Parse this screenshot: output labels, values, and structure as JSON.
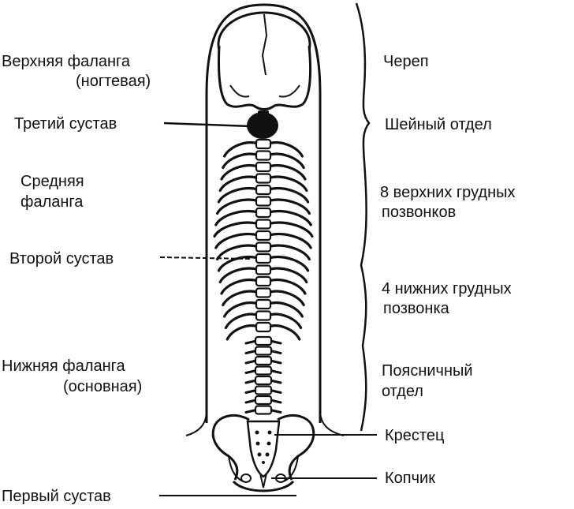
{
  "labels": {
    "left": {
      "upper_phalanx": "Верхняя фаланга",
      "upper_phalanx_note": "(ногтевая)",
      "third_joint": "Третий сустав",
      "middle_phalanx_1": "Средняя",
      "middle_phalanx_2": "фаланга",
      "second_joint": "Второй сустав",
      "lower_phalanx": "Нижняя фаланга",
      "lower_phalanx_note": "(основная)",
      "first_joint": "Первый сустав"
    },
    "right": {
      "skull": "Череп",
      "cervical": "Шейный отдел",
      "upper_thoracic_1": "8 верхних грудных",
      "upper_thoracic_2": "позвонков",
      "lower_thoracic_1": "4 нижних грудных",
      "lower_thoracic_2": "позвонка",
      "lumbar_1": "Поясничный",
      "lumbar_2": "отдел",
      "sacrum": "Крестец",
      "coccyx": "Копчик"
    }
  },
  "colors": {
    "ink": "#111111",
    "background": "#ffffff"
  }
}
